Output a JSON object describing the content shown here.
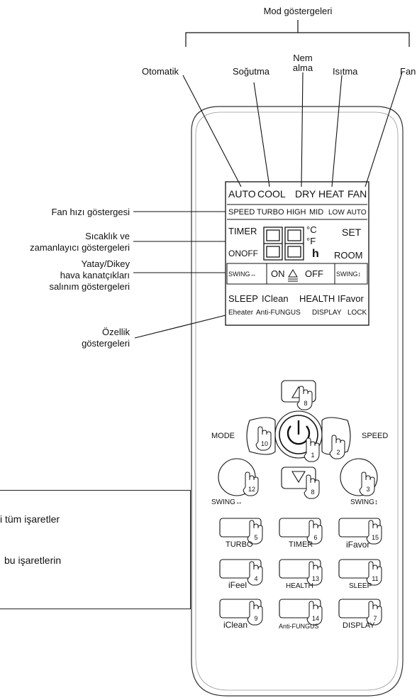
{
  "header": {
    "mode_group": "Mod göstergeleri"
  },
  "modes": {
    "auto": "Otomatik",
    "cool": "Soğutma",
    "dry_line1": "Nem",
    "dry_line2": "alma",
    "heat": "Isıtma",
    "fan": "Fan"
  },
  "left_labels": {
    "fan_speed": "Fan hızı göstergesi",
    "temp_line1": "Sıcaklık ve",
    "temp_line2": "zamanlayıcı göstergeleri",
    "swing_line1": "Yatay/Dikey",
    "swing_line2": "hava kanatçıkları",
    "swing_line3": "salınım göstergeleri",
    "feature_line1": "Özellik",
    "feature_line2": "göstergeleri"
  },
  "lcd": {
    "row1": [
      "AUTO",
      "COOL",
      "DRY",
      "HEAT",
      "FAN"
    ],
    "row2": [
      "SPEED",
      "TURBO",
      "HIGH",
      "MID",
      "LOW",
      "AUTO"
    ],
    "timer": "TIMER",
    "onoff": "ONOFF",
    "deg_c": "°C",
    "deg_f": "°F",
    "h": "h",
    "set": "SET",
    "room": "ROOM",
    "swing_h": "SWING↔",
    "on": "ON",
    "off": "OFF",
    "swing_v": "SWING↕",
    "row5": [
      "SLEEP",
      "IClean",
      "HEALTH",
      "IFavor"
    ],
    "row6": [
      "Eheater",
      "Anti-FUNGUS",
      "DISPLAY",
      "LOCK"
    ]
  },
  "buttons": {
    "mode": "MODE",
    "speed": "SPEED",
    "swing_h": "SWING↔",
    "swing_v": "SWING↕",
    "turbo": "TURBO",
    "timer": "TIMER",
    "ifavor": "iFavor",
    "ifeel": "iFeel",
    "health": "HEALTH",
    "sleep": "SLEEP",
    "iclean": "iClean",
    "antifungus": "Anti-FUNGUS",
    "display": "DISPLAY"
  },
  "badges": {
    "up": "8",
    "down": "8",
    "power": "1",
    "speed": "2",
    "mode": "10",
    "swing_h": "12",
    "swing_v": "3",
    "turbo": "5",
    "timer": "6",
    "ifavor": "15",
    "ifeel": "4",
    "health": "13",
    "sleep": "11",
    "iclean": "9",
    "antifungus": "14",
    "display": "7"
  },
  "note": {
    "line1": "i tüm işaretler",
    "line2": "bu işaretlerin"
  }
}
